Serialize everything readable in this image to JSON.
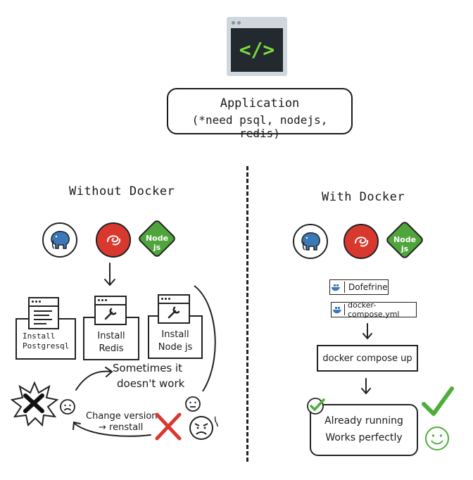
{
  "header": {
    "code_glyph": "</>",
    "app_title": "Application",
    "app_requirements": "(*need psql, nodejs, redis)"
  },
  "without_docker": {
    "title": "Without Docker",
    "logos": [
      {
        "icon": "postgresql-elephant-icon"
      },
      {
        "icon": "redis-icon"
      },
      {
        "icon": "nodejs-icon",
        "label": "Node js"
      }
    ],
    "installs": [
      {
        "line1": "Install",
        "line2": "Postgresql"
      },
      {
        "line1": "Install",
        "line2": "Redis"
      },
      {
        "line1": "Install",
        "line2": "Node js"
      }
    ],
    "sometimes_line1": "Sometimes it",
    "sometimes_line2": "doesn't work",
    "change_line1": "Change version",
    "change_line2": "→ renstall"
  },
  "with_docker": {
    "title": "With Docker",
    "logos": [
      {
        "icon": "postgresql-elephant-icon"
      },
      {
        "icon": "redis-icon"
      },
      {
        "icon": "nodejs-icon",
        "label": "Node js"
      }
    ],
    "files": [
      {
        "name": "Dofefrine"
      },
      {
        "name": "docker-compose.yml"
      }
    ],
    "command": "docker compose up",
    "result_line1": "Already running",
    "result_line2": "Works perfectly"
  },
  "colors": {
    "code_green": "#7ddc3c",
    "node_green": "#4fa43b",
    "redis_red": "#d9382f",
    "postgres_blue": "#3a78b8",
    "fail_red": "#d9382f",
    "success_green": "#4fae3b"
  }
}
